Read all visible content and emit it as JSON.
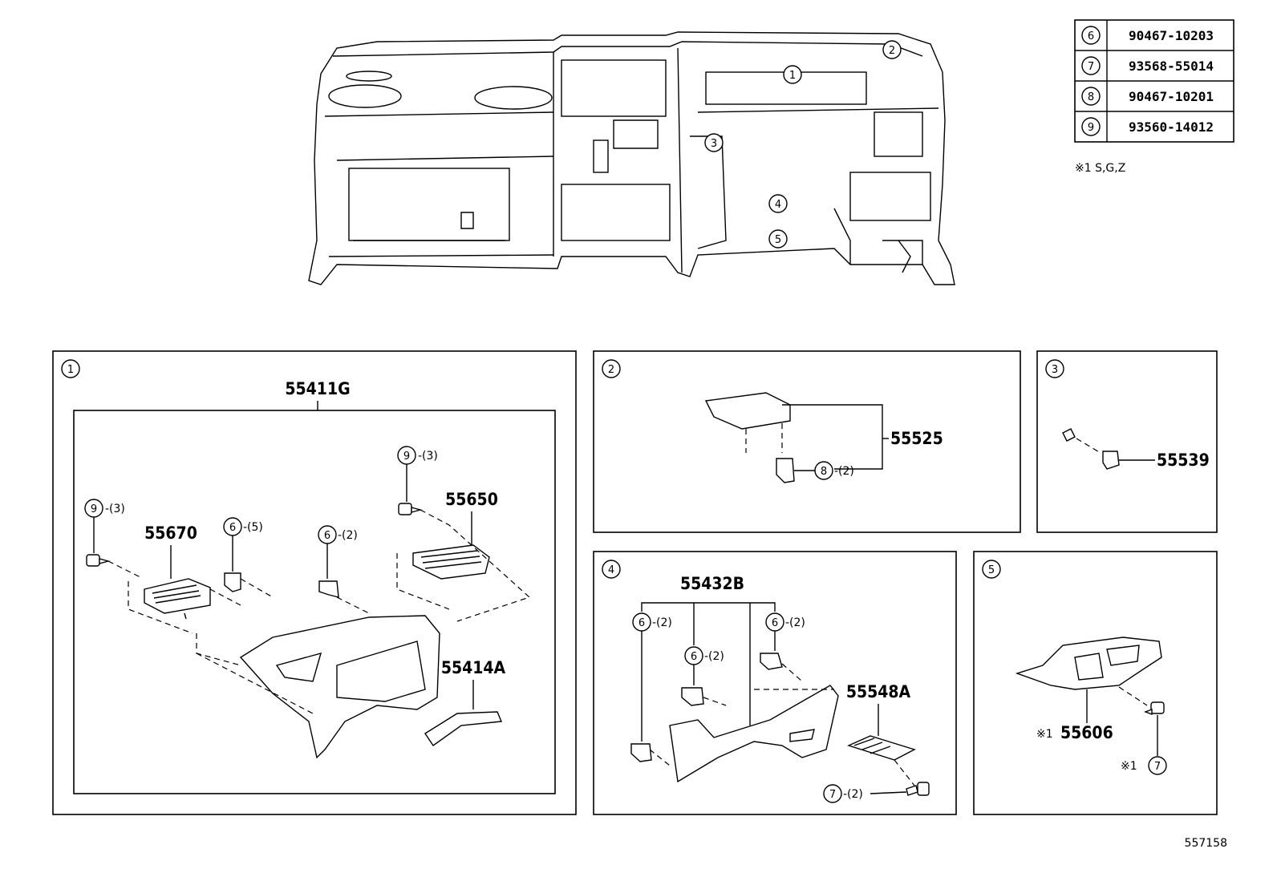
{
  "part_table": [
    {
      "ref": "6",
      "number": "90467-10203"
    },
    {
      "ref": "7",
      "number": "93568-55014"
    },
    {
      "ref": "8",
      "number": "90467-10201"
    },
    {
      "ref": "9",
      "number": "93560-14012"
    }
  ],
  "footnote": "※1 S,G,Z",
  "overview_callouts": [
    "1",
    "2",
    "3",
    "4",
    "5"
  ],
  "panel_1": {
    "ref": "1",
    "main_label": "55411G",
    "labels": [
      "55670",
      "55650",
      "55414A"
    ],
    "callouts": [
      {
        "ref": "9",
        "qty": "-(3)"
      },
      {
        "ref": "9",
        "qty": "-(3)"
      },
      {
        "ref": "6",
        "qty": "-(5)"
      },
      {
        "ref": "6",
        "qty": "-(2)"
      }
    ]
  },
  "panel_2": {
    "ref": "2",
    "label": "55525",
    "callout": {
      "ref": "8",
      "qty": "-(2)"
    }
  },
  "panel_3": {
    "ref": "3",
    "label": "55539"
  },
  "panel_4": {
    "ref": "4",
    "main_label": "55432B",
    "label_b": "55548A",
    "callouts": [
      {
        "ref": "6",
        "qty": "-(2)"
      },
      {
        "ref": "6",
        "qty": "-(2)"
      },
      {
        "ref": "6",
        "qty": "-(2)"
      },
      {
        "ref": "7",
        "qty": "-(2)"
      }
    ]
  },
  "panel_5": {
    "ref": "5",
    "label_prefix": "※1",
    "label": "55606",
    "callout_prefix": "※1",
    "callout_ref": "7"
  },
  "diagram_id": "557158"
}
